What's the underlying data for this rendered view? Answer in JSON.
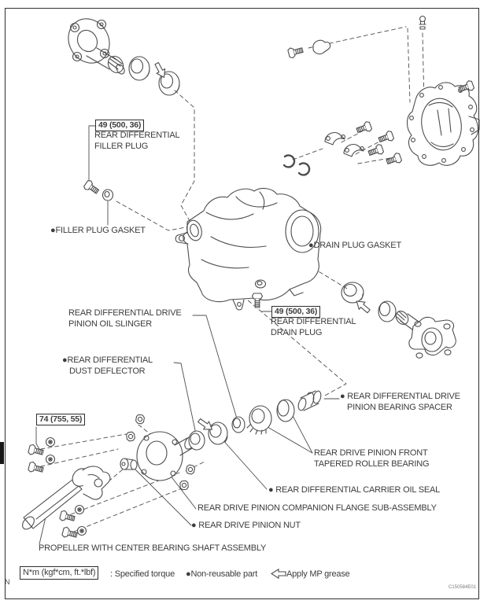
{
  "figure": {
    "corner_letter": "N",
    "figure_code": "C150584E01"
  },
  "callouts": {
    "filler_plug": {
      "torque": "49 (500, 36)",
      "line1": "REAR DIFFERENTIAL",
      "line2": "FILLER PLUG"
    },
    "filler_plug_gasket": {
      "text": "●FILLER PLUG GASKET"
    },
    "drain_plug_gasket": {
      "text": "●DRAIN PLUG GASKET"
    },
    "drain_plug": {
      "torque": "49 (500, 36)",
      "line1": "REAR DIFFERENTIAL",
      "line2": "DRAIN PLUG"
    },
    "pinion_oil_slinger": {
      "line1": "REAR DIFFERENTIAL DRIVE",
      "line2": "PINION OIL SLINGER"
    },
    "dust_deflector": {
      "line1": "●REAR DIFFERENTIAL",
      "line2": "DUST DEFLECTOR"
    },
    "pinion_bearing_spacer": {
      "line1": "● REAR DIFFERENTIAL DRIVE",
      "line2": "PINION BEARING SPACER"
    },
    "front_tapered_roller_bearing": {
      "line1": "REAR DRIVE PINION FRONT",
      "line2": "TAPERED ROLLER BEARING"
    },
    "carrier_oil_seal": {
      "text": "● REAR DIFFERENTIAL CARRIER OIL SEAL"
    },
    "companion_flange": {
      "text": "REAR DRIVE PINION COMPANION FLANGE SUB-ASSEMBLY"
    },
    "pinion_nut": {
      "text": "● REAR DRIVE PINION NUT"
    },
    "propeller_shaft": {
      "text": "PROPELLER WITH CENTER BEARING SHAFT ASSEMBLY"
    },
    "propeller_torque": {
      "torque": "74 (755, 55)"
    }
  },
  "legend": {
    "torque_unit_box": "N*m (kgf*cm, ft.*lbf)",
    "torque_meaning": ": Specified torque",
    "nonreusable": "●Non-reusable part",
    "grease": "Apply MP grease"
  },
  "colors": {
    "line": "#4d4d4d",
    "text": "#3c3c3c"
  }
}
